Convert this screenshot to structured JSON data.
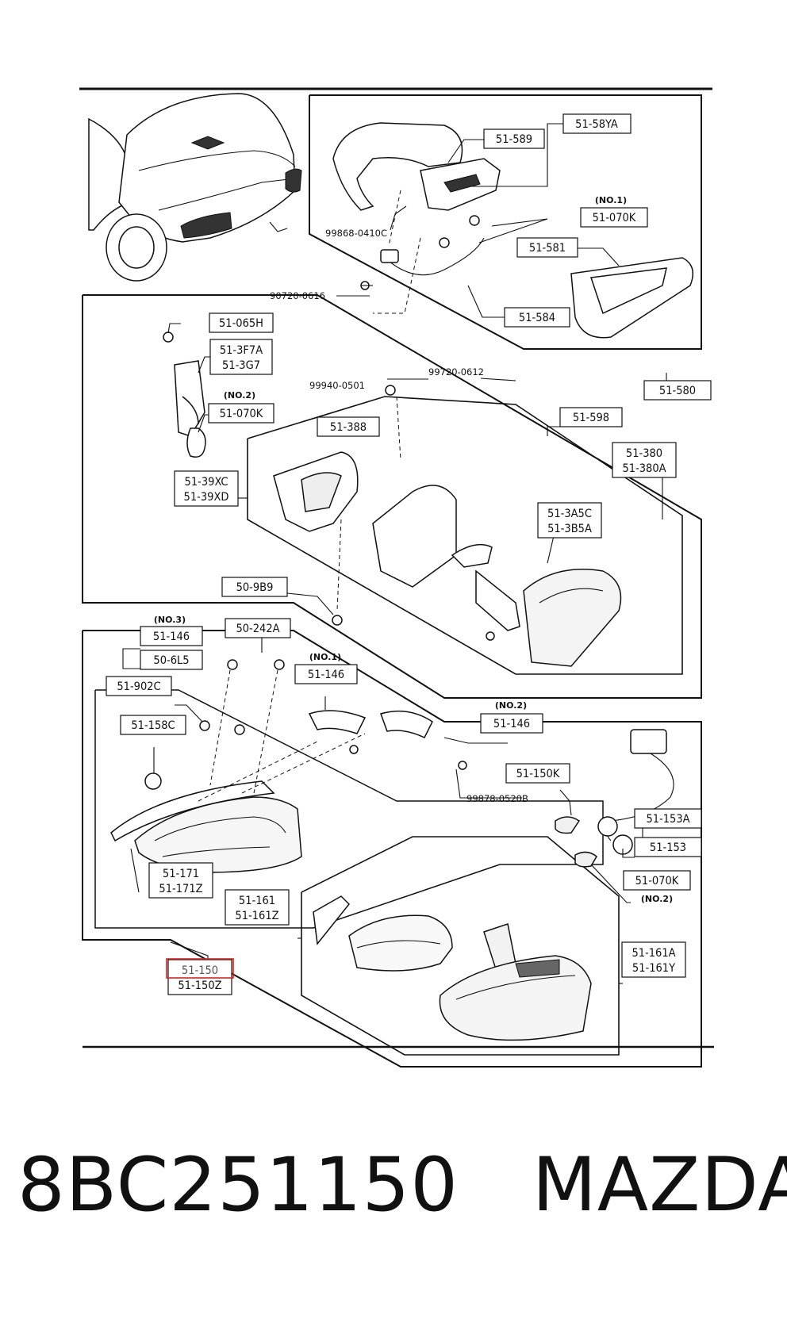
{
  "part_number": "8BC251150",
  "brand": "MAZDA",
  "highlighted_label": "51-150",
  "highlight_color": "#e02020",
  "labels": {
    "l_58ya": "51-58YA",
    "l_589": "51-589",
    "l_no1_a": "(NO.1)",
    "l_070k_a": "51-070K",
    "l_99868": "99868-0410C",
    "l_581": "51-581",
    "l_90720": "90720-0616",
    "l_584": "51-584",
    "l_065h": "51-065H",
    "l_3f7a": "51-3F7A",
    "l_3g7": "51-3G7",
    "l_no2_a": "(NO.2)",
    "l_070k_b": "51-070K",
    "l_99720": "99720-0612",
    "l_580": "51-580",
    "l_99940": "99940-0501",
    "l_598": "51-598",
    "l_388": "51-388",
    "l_380": "51-380",
    "l_380a": "51-380A",
    "l_39xc": "51-39XC",
    "l_39xd": "51-39XD",
    "l_3a5c": "51-3A5C",
    "l_3b5a": "51-3B5A",
    "l_9b9": "50-9B9",
    "l_no3": "(NO.3)",
    "l_146_a": "51-146",
    "l_242a": "50-242A",
    "l_6l5": "50-6L5",
    "l_no1_b": "(NO.1)",
    "l_146_b": "51-146",
    "l_902c": "51-902C",
    "l_no2_b": "(NO.2)",
    "l_146_c": "51-146",
    "l_158c": "51-158C",
    "l_150k": "51-150K",
    "l_99878": "99878-0520B",
    "l_153a": "51-153A",
    "l_153": "51-153",
    "l_171": "51-171",
    "l_171z": "51-171Z",
    "l_070k_c": "51-070K",
    "l_no2_c": "(NO.2)",
    "l_161": "51-161",
    "l_161z": "51-161Z",
    "l_161a": "51-161A",
    "l_161y": "51-161Y",
    "l_150": "51-150",
    "l_150z": "51-150Z"
  }
}
